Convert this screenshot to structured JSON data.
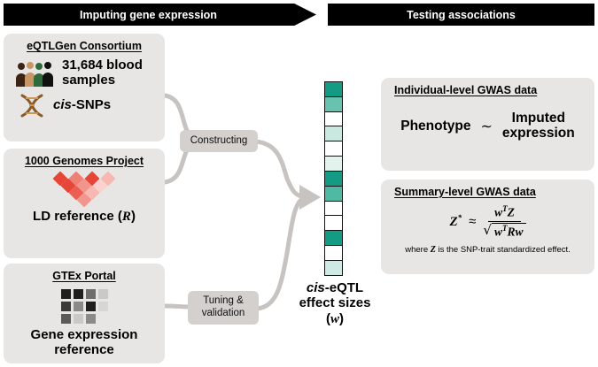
{
  "banners": {
    "left": "Imputing gene expression",
    "right": "Testing associations"
  },
  "left_panels": {
    "eqtlgen": {
      "title": "eQTLGen Consortium",
      "samples_line1": "31,684 blood",
      "samples_line2": "samples",
      "cis": "cis",
      "snps_suffix": "-SNPs"
    },
    "genomes": {
      "title": "1000 Genomes Project",
      "caption_prefix": "LD reference (",
      "caption_r": "R",
      "caption_suffix": ")"
    },
    "gtex": {
      "title": "GTEx Portal",
      "caption_line1": "Gene expression",
      "caption_line2": "reference"
    }
  },
  "connectors": {
    "constructing": "Constructing",
    "tuning_line1": "Tuning &",
    "tuning_line2": "validation"
  },
  "ld": {
    "rows": [
      [
        "#e64537",
        "#ef8076",
        "#e64537",
        "#f6b8b1"
      ],
      [
        "#e64537",
        "#f2958d",
        "#f9d2cd"
      ],
      [
        "#ea5f52",
        "#f6b8b1"
      ],
      [
        "#f2958d"
      ]
    ]
  },
  "gtex": {
    "rows": [
      [
        "#1f1f1f",
        "#1f1f1f",
        "#6e6e6e",
        "#c9c9c9"
      ],
      [
        "#3a3a3a",
        "#8a8a8a",
        "#1f1f1f",
        "#d6d6d6"
      ],
      [
        "#5a5a5a",
        "#c9c9c9",
        "#8a8a8a"
      ]
    ]
  },
  "effect_sizes": {
    "cells": [
      "#139b84",
      "#67c3ae",
      "#ffffff",
      "#c9e8df",
      "#ffffff",
      "#e2f2ed",
      "#139b84",
      "#4fb9a3",
      "#ffffff",
      "#ffffff",
      "#139b84",
      "#ffffff",
      "#cfeae2"
    ],
    "caption_cis": "cis",
    "caption_suffix": "-eQTL",
    "caption_line2": "effect sizes",
    "paren_open": "(",
    "w": "w",
    "paren_close": ")"
  },
  "right_panels": {
    "individual": {
      "title": "Individual-level GWAS data",
      "phenotype": "Phenotype",
      "tilde": "∼",
      "imputed_line1": "Imputed",
      "imputed_line2": "expression"
    },
    "summary": {
      "title": "Summary-level GWAS data",
      "z": "Z",
      "star": "*",
      "approx": "≈",
      "w": "w",
      "t": "T",
      "z2": "Z",
      "sqrt": "√",
      "r": "R",
      "note_prefix": "where ",
      "note_z": "Z",
      "note_suffix": " is the SNP-trait standardized effect."
    }
  },
  "colors": {
    "panel_gray": "#e8e6e4",
    "chip_gray": "#d3d0ce",
    "connector_gray": "#c6c3c1",
    "banner_black": "#000000",
    "teal_dark": "#139b84",
    "red_ld": "#e64537"
  }
}
